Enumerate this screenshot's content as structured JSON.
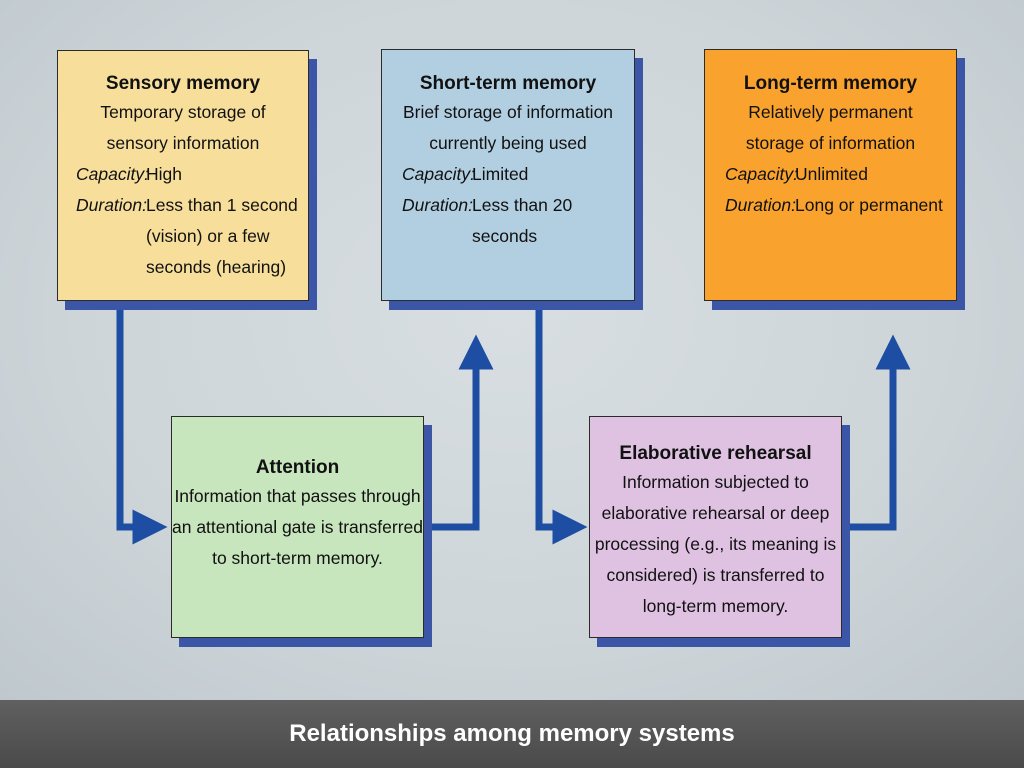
{
  "sensory": {
    "title": "Sensory memory",
    "desc1": "Temporary storage of",
    "desc2": "sensory information",
    "cap_label": "Capacity:",
    "cap_value": "High",
    "dur_label": "Duration:",
    "dur_value1": "Less than 1 second",
    "dur_value2": "(vision) or a few",
    "dur_value3": "seconds (hearing)",
    "color": "#f7df9b"
  },
  "short_term": {
    "title": "Short-term memory",
    "desc1": "Brief storage of information",
    "desc2": "currently being used",
    "cap_label": "Capacity:",
    "cap_value": "Limited",
    "dur_label": "Duration:",
    "dur_value": "Less than 20 seconds",
    "color": "#b2cfe1"
  },
  "long_term": {
    "title": "Long-term memory",
    "desc1": "Relatively permanent",
    "desc2": "storage of information",
    "cap_label": "Capacity:",
    "cap_value": "Unlimited",
    "dur_label": "Duration:",
    "dur_value": "Long or permanent",
    "color": "#f9a32e"
  },
  "attention": {
    "title": "Attention",
    "line1": "Information that passes through",
    "line2": "an attentional gate is transferred",
    "line3": "to short-term memory.",
    "color": "#c7e6bd"
  },
  "elaborative": {
    "title": "Elaborative rehearsal",
    "line1": "Information subjected to",
    "line2": "elaborative rehearsal or deep",
    "line3": "processing (e.g., its meaning is",
    "line4": "considered) is transferred to",
    "line5": "long-term memory.",
    "color": "#dfc1e2"
  },
  "arrow_color": "#1d4ea3",
  "shadow_color": "#3b56a6",
  "footer": {
    "caption": "Relationships among memory systems"
  }
}
